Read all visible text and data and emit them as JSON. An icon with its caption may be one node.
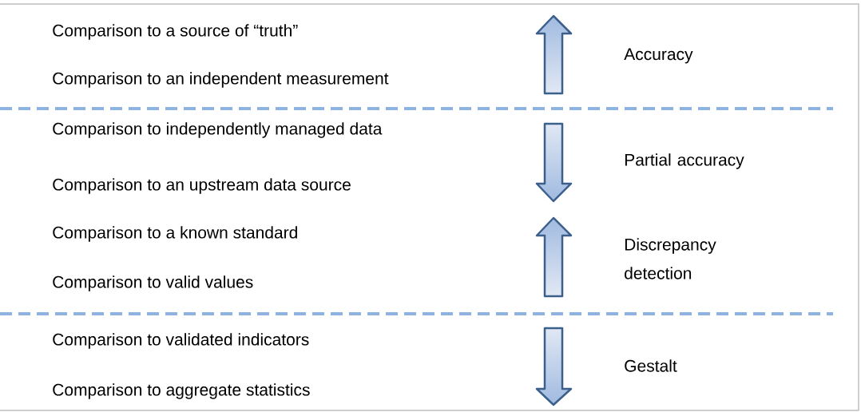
{
  "diagram": {
    "labels": [
      "Comparison to a source of “truth”",
      "Accuracy",
      "Comparison to an independent measurement",
      "Comparison to independently managed data",
      "Partial accuracy",
      "Comparison to an upstream data source",
      "Comparison to a known standard",
      "Discrepancy detection",
      "Comparison to valid values",
      "Comparison to validated indicators",
      "Gestalt",
      "Comparison to aggregate statistics"
    ]
  }
}
